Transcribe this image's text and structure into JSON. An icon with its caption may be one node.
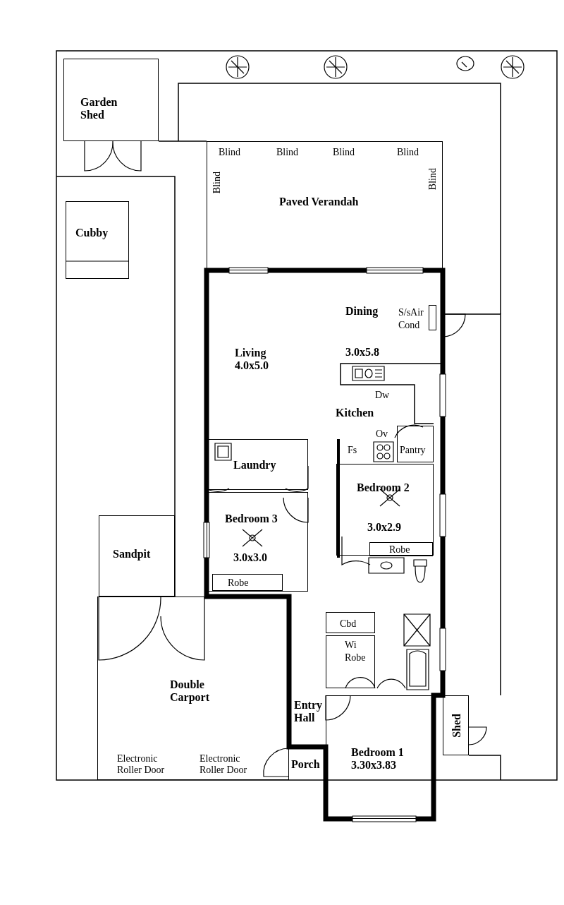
{
  "diagram": {
    "nodes": [
      {
        "text": [
          "Garden Shed"
        ]
      },
      {
        "text": [
          "Cubby"
        ]
      },
      {
        "text": [
          "Paved Verandah"
        ]
      },
      {
        "text": [
          "Dining",
          "Living 4.0x5.0",
          "3.0x5.8",
          "Kitchen"
        ]
      },
      {
        "text": [],
        "shape": "box",
        "beside": [
          "S/sAir Cond"
        ],
        "in": 3
      },
      {
        "text": [
          "Pantry"
        ]
      },
      {
        "text": [
          "Laundry"
        ]
      },
      {
        "text": [
          "Bedroom 2",
          "3.0x2.9"
        ]
      },
      {
        "text": [
          "Robe"
        ],
        "in": 7
      },
      {
        "text": [
          "Bedroom 3",
          "3.0x3.0"
        ]
      },
      {
        "text": [
          "Robe"
        ],
        "in": 9
      },
      {
        "text": [
          "Sandpit"
        ]
      },
      {
        "text": [
          "Double Carport"
        ]
      },
      {
        "text": [
          "Cbd"
        ]
      },
      {
        "text": [
          "Wi Robe"
        ]
      },
      {
        "text": [
          "Entry Hall"
        ]
      },
      {
        "text": [
          "Porch"
        ]
      },
      {
        "text": [
          "Bedroom 1",
          "3.30x3.83"
        ]
      },
      {
        "text": [
          "Shed"
        ]
      }
    ],
    "labels": [
      "Blind",
      "Blind",
      "Blind",
      "Blind",
      "Blind",
      "Blind",
      "Dw",
      "Ov",
      "Fs",
      "Electronic Roller Door",
      "Electronic Roller Door"
    ]
  }
}
